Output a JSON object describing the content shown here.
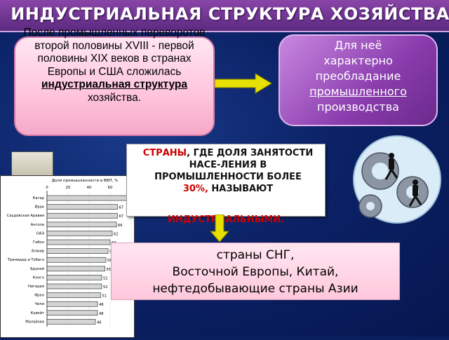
{
  "title": "ИНДУСТРИАЛЬНАЯ СТРУКТУРА ХОЗЯЙСТВА",
  "left_box": {
    "text_before": "После промышленных переворотов второй половины XVIII - первой половины XIX  веков  в  странах  Европы  и  США  сложилась",
    "bold_text": "индустриальная структура",
    "text_after": "хозяйства."
  },
  "right_box": {
    "line1": "Для неё",
    "line2": "характерно",
    "line3": "преобладание",
    "underlined": "промышленного",
    "line5": "производства"
  },
  "center_box": {
    "part1": "СТРАНЫ",
    "part2": ", ГДЕ ДОЛЯ ЗАНЯТОСТИ НАСЕ-ЛЕНИЯ В ПРОМЫШЛЕННОСТИ БОЛЕЕ",
    "percent": "30%,",
    "part3": "НАЗЫВАЮТ",
    "tail": "ИНДУСТРИАЛЬНЫМИ."
  },
  "bottom_box": {
    "line1": "страны  СНГ,",
    "line2": "Восточной    Европы, Китай,",
    "line3": "нефтедобывающие страны Азии"
  },
  "chart_data": {
    "type": "bar",
    "title": "Доля промышленности в ВВП, %",
    "categories": [
      "Катар",
      "Ирак",
      "Саудовская Аравия",
      "Ангола",
      "ОАЭ",
      "Габон",
      "Алжир",
      "Тринидад и Тобаго",
      "Бруней",
      "Конго",
      "Нигерия",
      "Иран",
      "Чили",
      "Кувейт",
      "Малайзия"
    ],
    "values": [
      77,
      67,
      67,
      66,
      62,
      60,
      58,
      56,
      55,
      52,
      52,
      51,
      48,
      48,
      46
    ],
    "xlim": [
      0,
      80
    ],
    "x_ticks": [
      "0",
      "20",
      "40",
      "60",
      "80"
    ],
    "colors": {
      "bar": "#d4d4d4",
      "bar_edge": "#222"
    }
  },
  "colors": {
    "background": "#0b2266",
    "title_bar": "#6b3290",
    "left_box": "#ffc4dc",
    "right_box": "#8a3cad",
    "accent_red": "#cc0000",
    "arrow": "#e8e000"
  }
}
